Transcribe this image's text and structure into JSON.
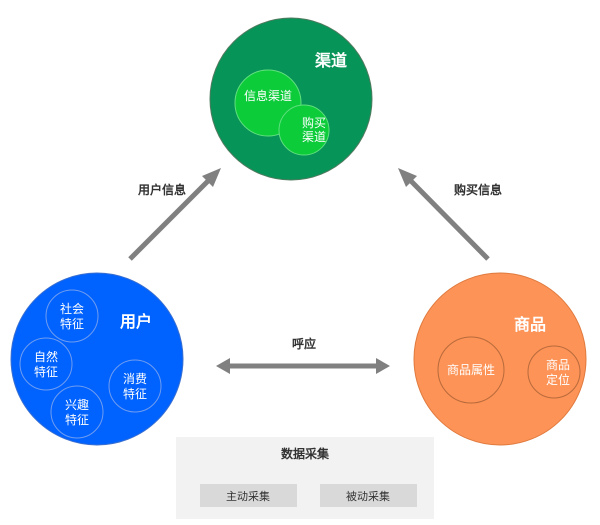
{
  "channel": {
    "title": "渠道",
    "sub_left": "信息渠道",
    "sub_right": [
      "购买",
      "渠道"
    ],
    "color": "#079458",
    "sub_color": "#0ccc3a"
  },
  "user": {
    "title": "用户",
    "social": [
      "社会",
      "特征"
    ],
    "natural": [
      "自然",
      "特征"
    ],
    "consume": [
      "消费",
      "特征"
    ],
    "interest": [
      "兴趣",
      "特征"
    ],
    "color": "#0062ff"
  },
  "product": {
    "title": "商品",
    "attribute": "商品属性",
    "positioning": [
      "商品",
      "定位"
    ],
    "color": "#fd9356"
  },
  "arrows": {
    "user_info": "用户信息",
    "purchase_info": "购买信息",
    "response": "呼应",
    "color": "#808080"
  },
  "data_collection": {
    "title": "数据采集",
    "active": "主动采集",
    "passive": "被动采集"
  }
}
